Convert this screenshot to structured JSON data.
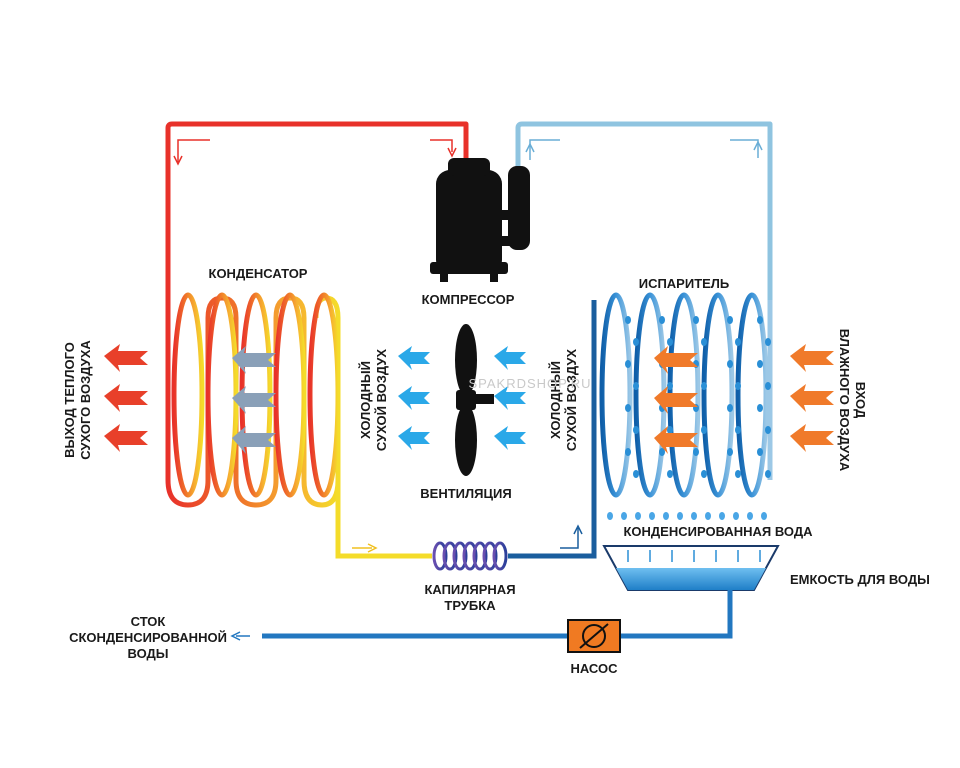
{
  "labels": {
    "condenser": "КОНДЕНСАТОР",
    "compressor": "КОМПРЕССОР",
    "evaporator": "ИСПАРИТЕЛЬ",
    "ventilation": "ВЕНТИЛЯЦИЯ",
    "condensed_water": "КОНДЕНСИРОВАННАЯ ВОДА",
    "water_tank": "ЕМКОСТЬ ДЛЯ ВОДЫ",
    "capillary_line1": "КАПИЛЯРНАЯ",
    "capillary_line2": "ТРУБКА",
    "pump": "НАСОС",
    "drain_line1": "СТОК",
    "drain_line2": "СКОНДЕНСИРОВАННОЙ",
    "drain_line3": "ВОДЫ",
    "warm_out_line1": "ВЫХОД ТЕПЛОГО",
    "warm_out_line2": "СУХОГО ВОЗДУХА",
    "cold_dry_left_line1": "ХОЛОДНЫЙ",
    "cold_dry_left_line2": "СУХОЙ ВОЗДУХ",
    "cold_dry_right_line1": "ХОЛОДНЫЙ",
    "cold_dry_right_line2": "СУХОЙ ВОЗДУХ",
    "humid_in_line1": "ВХОД",
    "humid_in_line2": "ВЛАЖНОГО ВОЗДУХА"
  },
  "watermark": "SPAKRDSHOP.RU",
  "colors": {
    "hot_line": "#e8312a",
    "cold_line": "#8fc4e0",
    "drain_line": "#2277c0",
    "water": "#2a8fd6",
    "cold_arrow": "#2aa8e8",
    "warm_arrow": "#e8402a",
    "orange_arrow": "#f07a2a",
    "compressor": "#111111",
    "pump": "#f07a22"
  }
}
